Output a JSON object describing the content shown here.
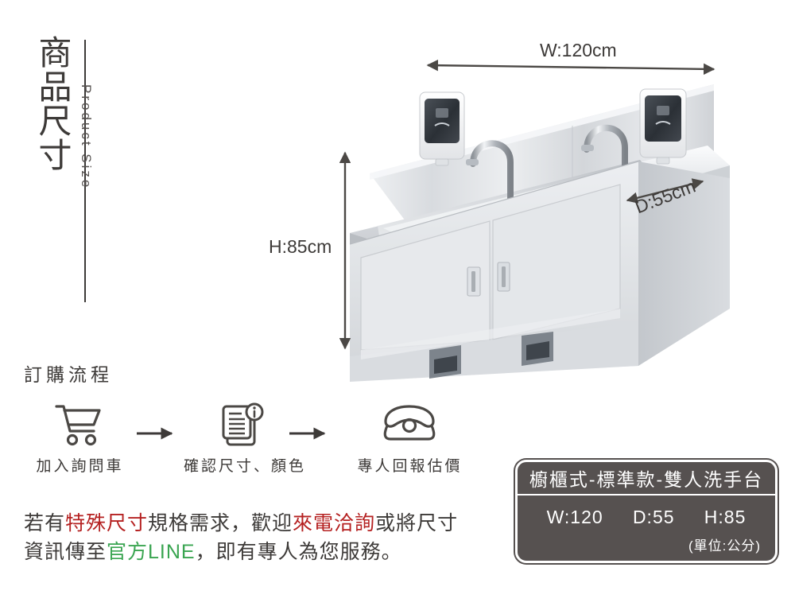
{
  "header": {
    "title_cn": "商品尺寸",
    "title_en": "Product Size"
  },
  "dimensions": {
    "width_label": "W:120cm",
    "height_label": "H:85cm",
    "depth_label": "D:55cm"
  },
  "process": {
    "heading": "訂購流程",
    "steps": [
      {
        "icon": "shopping-cart-icon",
        "label": "加入詢問車"
      },
      {
        "icon": "document-info-icon",
        "label": "確認尺寸、顏色"
      },
      {
        "icon": "telephone-icon",
        "label": "專人回報估價"
      }
    ],
    "arrow": "→"
  },
  "note": {
    "line1_a": "若有",
    "line1_red1": "特殊尺寸",
    "line1_b": "規格需求，歡迎",
    "line1_red2": "來電洽詢",
    "line1_c": "或將尺寸",
    "line2_a": "資訊傳至",
    "line2_green": "官方LINE",
    "line2_b": "，即有專人為您服務。"
  },
  "spec_box": {
    "title": "櫥櫃式-標準款-雙人洗手台",
    "width": "W:120",
    "depth": "D:55",
    "height": "H:85",
    "unit_note": "(單位:公分)"
  },
  "colors": {
    "text": "#3d3a38",
    "accent_red": "#b52121",
    "accent_green": "#3aa551",
    "spec_bg": "#565150",
    "spec_fg": "#ffffff"
  },
  "product_image": {
    "alt": "雙人洗手台 - 不鏽鋼櫥櫃式洗手台",
    "parts": [
      "backsplash-panel",
      "soap-dispenser-left",
      "soap-dispenser-right",
      "faucet-left",
      "faucet-right",
      "sink-basin",
      "counter-top",
      "cabinet-door-left",
      "cabinet-door-right",
      "foot-pedal-left",
      "foot-pedal-right"
    ]
  }
}
